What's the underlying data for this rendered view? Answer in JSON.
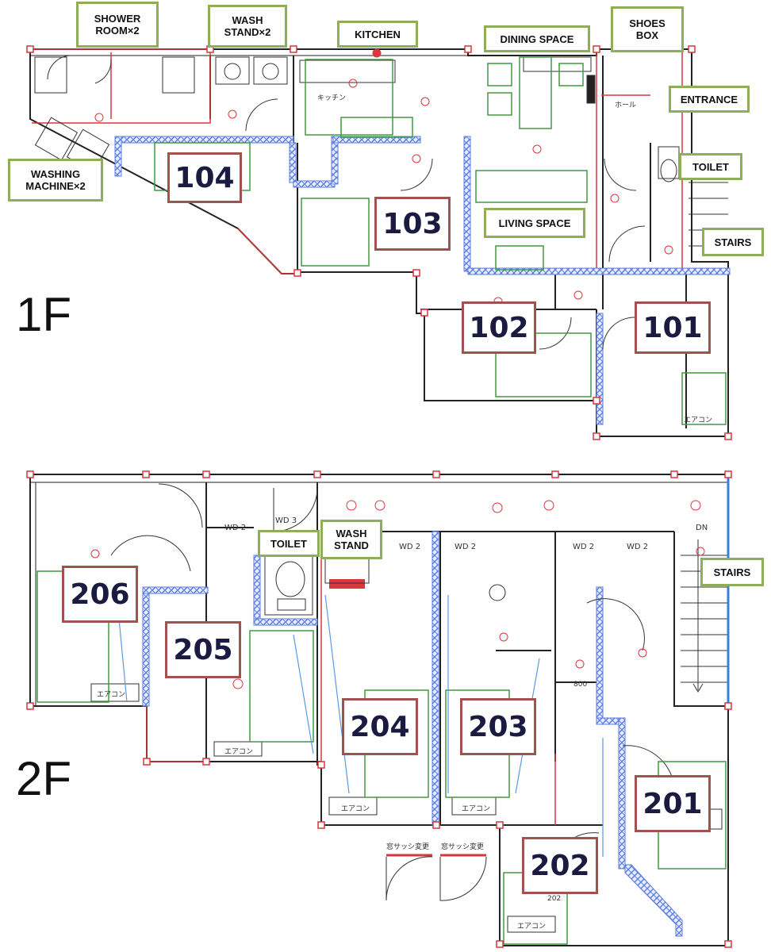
{
  "floors": {
    "first": "1F",
    "second": "2F"
  },
  "labels_1f": {
    "shower_room": "SHOWER\nROOM×2",
    "wash_stand": "WASH\nSTAND×2",
    "kitchen": "KITCHEN",
    "dining_space": "DINING SPACE",
    "shoes_box": "SHOES\nBOX",
    "entrance": "ENTRANCE",
    "washing_machine": "WASHING\nMACHINE×2",
    "toilet": "TOILET",
    "living_space": "LIVING SPACE",
    "stairs": "STAIRS"
  },
  "labels_2f": {
    "toilet": "TOILET",
    "wash_stand": "WASH\nSTAND",
    "stairs": "STAIRS"
  },
  "rooms_1f": {
    "r104": "104",
    "r103": "103",
    "r102": "102",
    "r101": "101"
  },
  "rooms_2f": {
    "r206": "206",
    "r205": "205",
    "r204": "204",
    "r203": "203",
    "r201": "201",
    "r202": "202"
  },
  "plan_text": {
    "kitchen_jp": "キッチン",
    "hall_jp": "ホール",
    "aircon": "エアコン",
    "wd2": "WD 2",
    "wd3": "WD 3",
    "dn": "DN",
    "sash": "窓サッシ変更",
    "room202_area": "202",
    "dim_800": "800"
  },
  "colors": {
    "green_label_border": "#8fae5a",
    "room_label_border": "#a0524e",
    "room_text": "#1b1a40",
    "wall": "#222222",
    "red_accent": "#d9363e",
    "blue_partition": "#5a7de0",
    "green_furniture": "#3f9a3f"
  }
}
